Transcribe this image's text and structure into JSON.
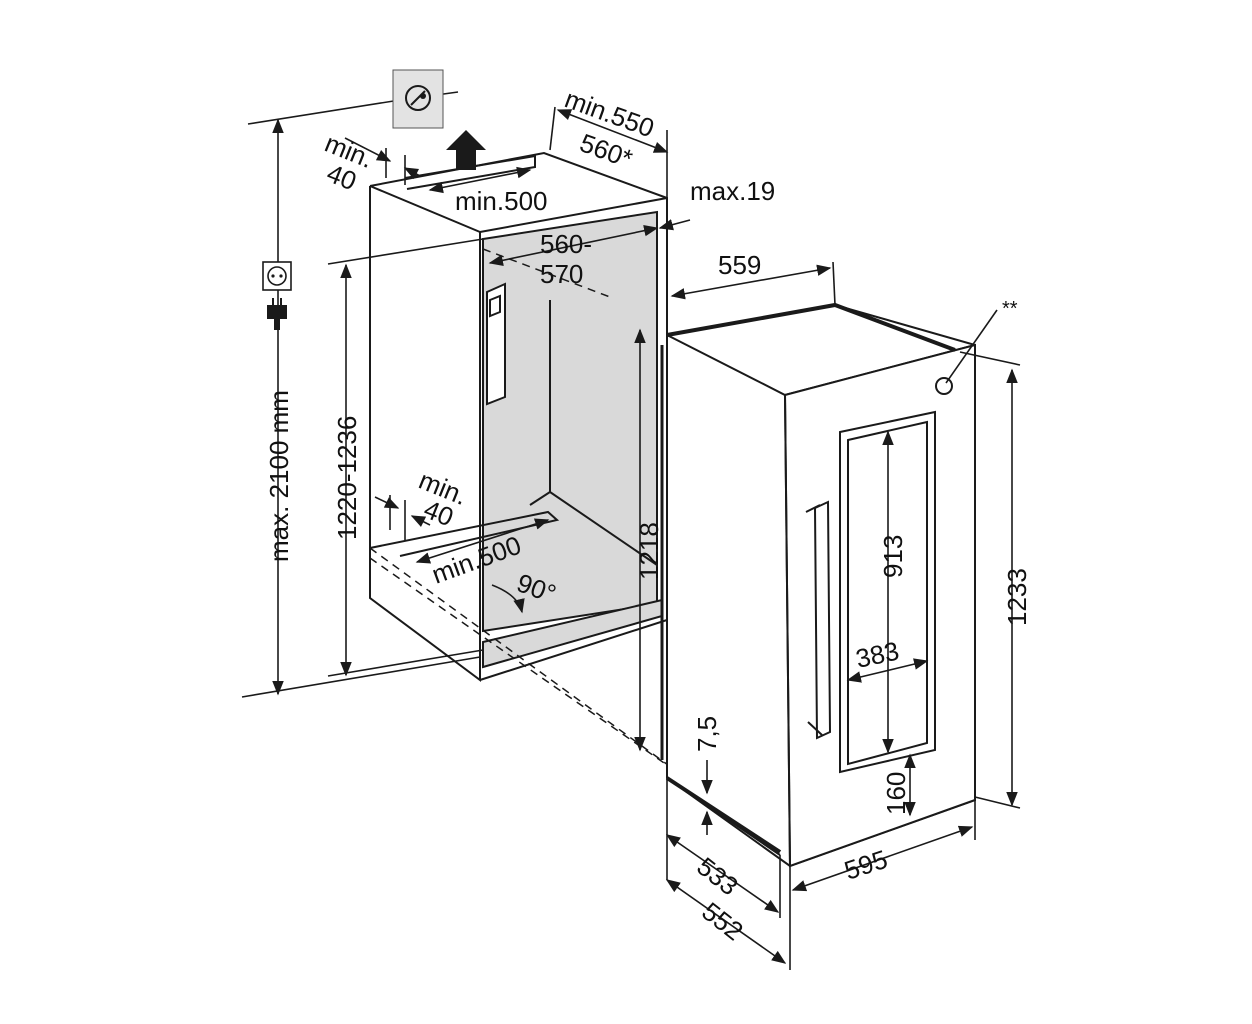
{
  "labels": {
    "min_550": "min.550",
    "d560_star": "560*",
    "min_40_top_1": "min.",
    "min_40_top_2": "40",
    "min_500_top": "min.500",
    "max_19": "max.19",
    "d560_570_1": "560-",
    "d570": "570",
    "d559": "559",
    "double_star": "**",
    "max_2100": "max. 2100 mm",
    "range_1220_1236": "1220-1236",
    "d1218": "1218",
    "min_40_bottom_1": "min.",
    "min_40_bottom_2": "40",
    "min_500_bottom": "min.500",
    "angle_90": "90°",
    "d913": "913",
    "d383": "383",
    "d1233": "1233",
    "d7_5": "7,5",
    "d160": "160",
    "d533": "533",
    "d552": "552",
    "d595": "595"
  },
  "colors": {
    "line": "#1a1a1a",
    "niche_fill": "#d9d9d9",
    "icon_fill": "#e3e3e3"
  },
  "icons": [
    "air-vent-icon",
    "power-socket-icon",
    "power-plug-icon",
    "airflow-arrow-icon"
  ]
}
